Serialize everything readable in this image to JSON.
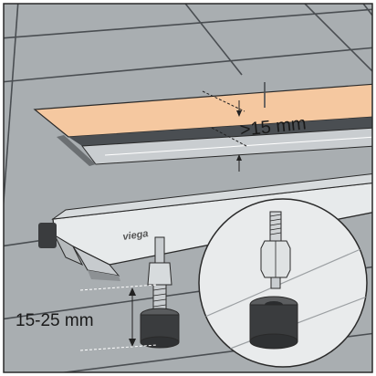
{
  "labels": {
    "depth": ">15 mm",
    "height": "15-25 mm",
    "brand": "viega"
  },
  "colors": {
    "floor_tile": "#a9aeb1",
    "grout": "#4a4e52",
    "screed_copper": "#f5c8a0",
    "channel_metal": "#e7eaeb",
    "foot_dark": "#3a3c3e"
  },
  "icons": [
    "adjustment-foot-icon"
  ]
}
